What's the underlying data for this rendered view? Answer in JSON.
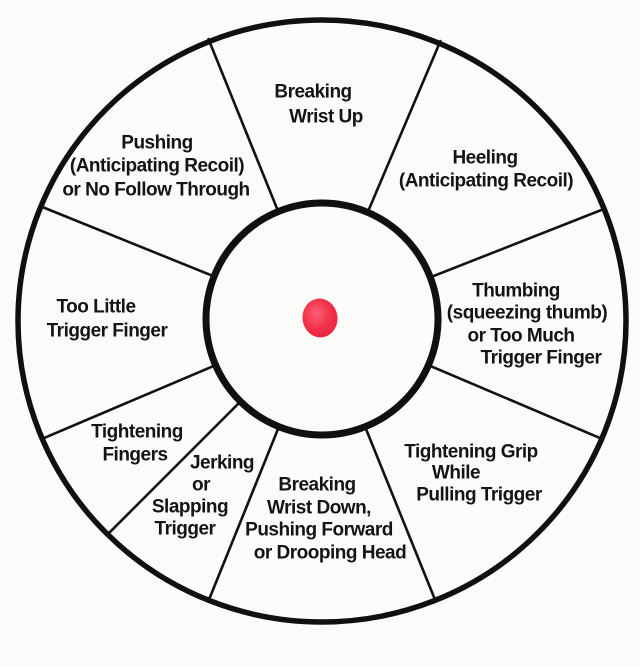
{
  "diagram": {
    "kind": "shooting-error-correction-wheel",
    "colors": {
      "ink": "#141414",
      "bullseye_red": "#f23148",
      "background": "#fbfbf9"
    },
    "bullseye": {
      "name": "red-aim-dot"
    },
    "wheel": {
      "segments": [
        {
          "name": "breaking-wrist-up",
          "lines": [
            "Breaking",
            "Wrist Up"
          ]
        },
        {
          "name": "heeling",
          "lines": [
            "Heeling",
            "(Anticipating Recoil)"
          ]
        },
        {
          "name": "thumbing",
          "lines": [
            "Thumbing",
            "(squeezing thumb)",
            "or Too Much",
            "Trigger Finger"
          ]
        },
        {
          "name": "tightening-grip",
          "lines": [
            "Tightening Grip",
            "While",
            "Pulling Trigger"
          ]
        },
        {
          "name": "breaking-wrist-down",
          "lines": [
            "Breaking",
            "Wrist Down,",
            "Pushing Forward",
            "or Drooping Head"
          ]
        },
        {
          "name": "jerking-or-slapping",
          "lines": [
            "Jerking",
            "or",
            "Slapping",
            "Trigger"
          ]
        },
        {
          "name": "tightening-fingers",
          "lines": [
            "Tightening",
            "Fingers"
          ]
        },
        {
          "name": "too-little-trigger-finger",
          "lines": [
            "Too Little",
            "Trigger Finger"
          ]
        },
        {
          "name": "pushing",
          "lines": [
            "Pushing",
            "(Anticipating Recoil)",
            "or No Follow Through"
          ]
        }
      ]
    }
  }
}
